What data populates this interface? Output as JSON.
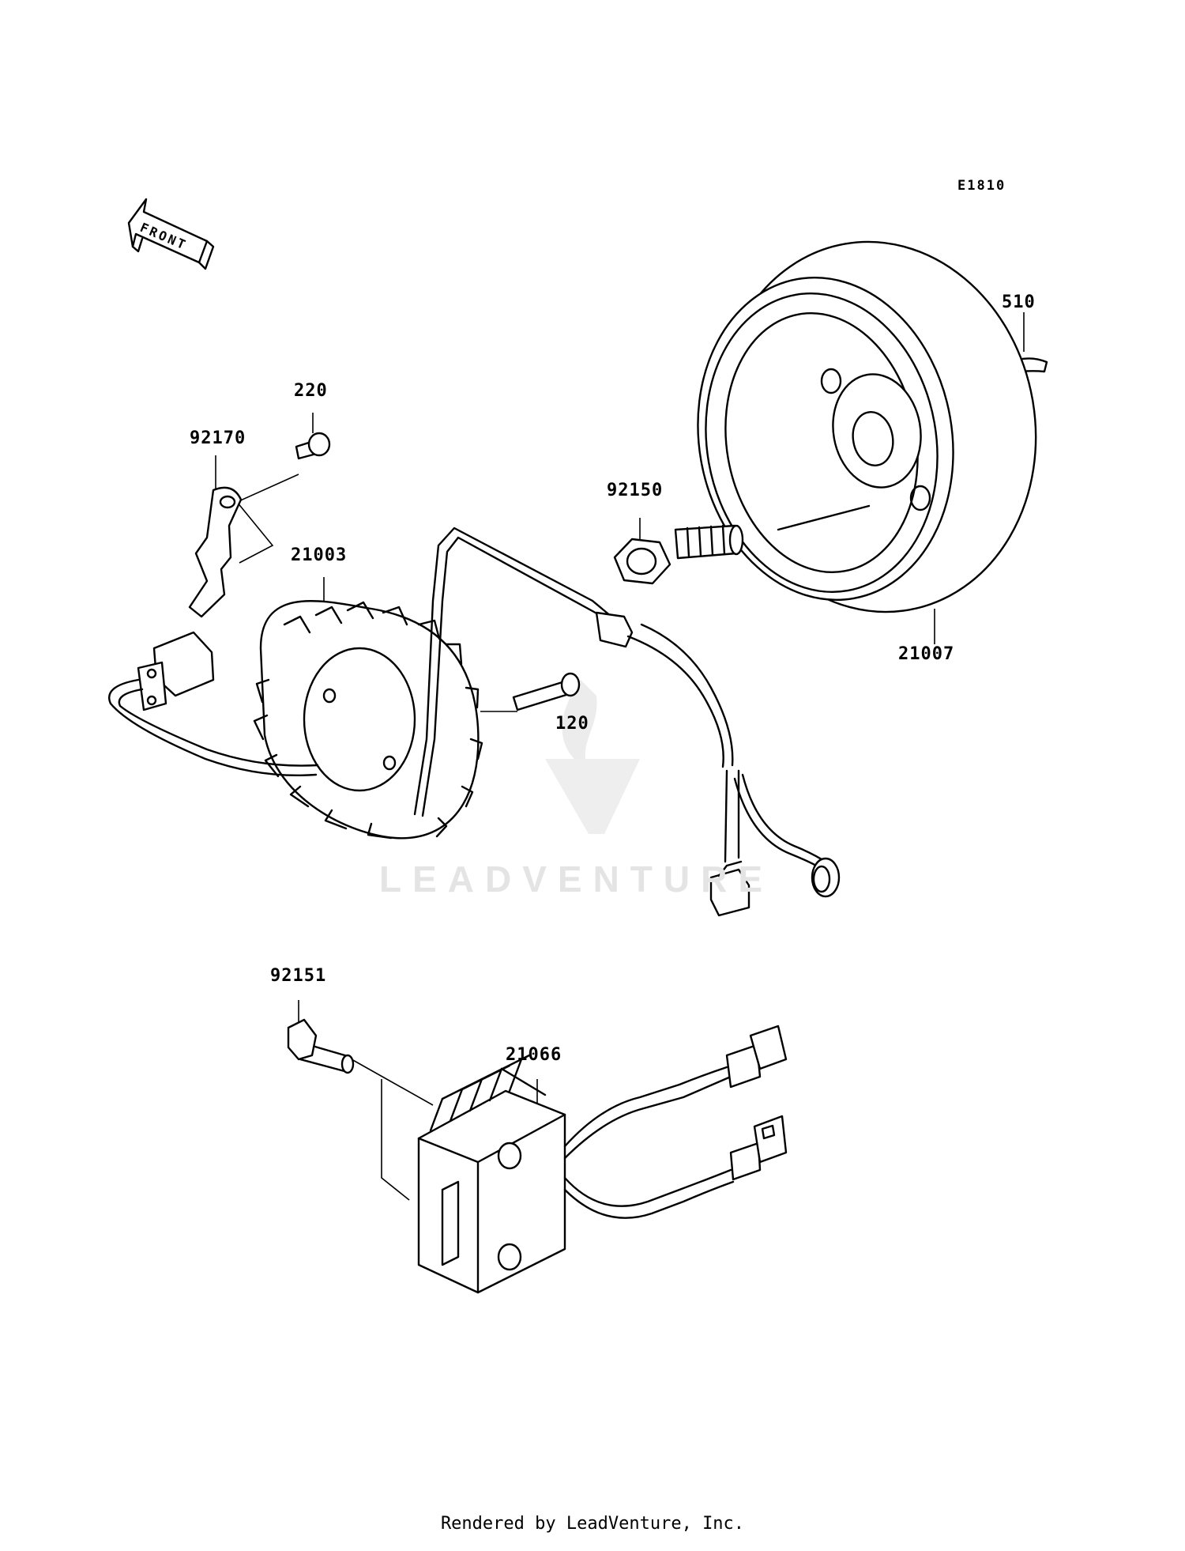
{
  "diagram": {
    "code": "E1810",
    "orientation_label": "FRONT",
    "watermark": "LEADVENTURE",
    "footer": "Rendered by LeadVenture, Inc."
  },
  "parts": [
    {
      "id": "p510",
      "number": "510"
    },
    {
      "id": "p220",
      "number": "220"
    },
    {
      "id": "p92170",
      "number": "92170"
    },
    {
      "id": "p92150",
      "number": "92150"
    },
    {
      "id": "p21003",
      "number": "21003"
    },
    {
      "id": "p21007",
      "number": "21007"
    },
    {
      "id": "p120",
      "number": "120"
    },
    {
      "id": "p92151",
      "number": "92151"
    },
    {
      "id": "p21066",
      "number": "21066"
    }
  ]
}
